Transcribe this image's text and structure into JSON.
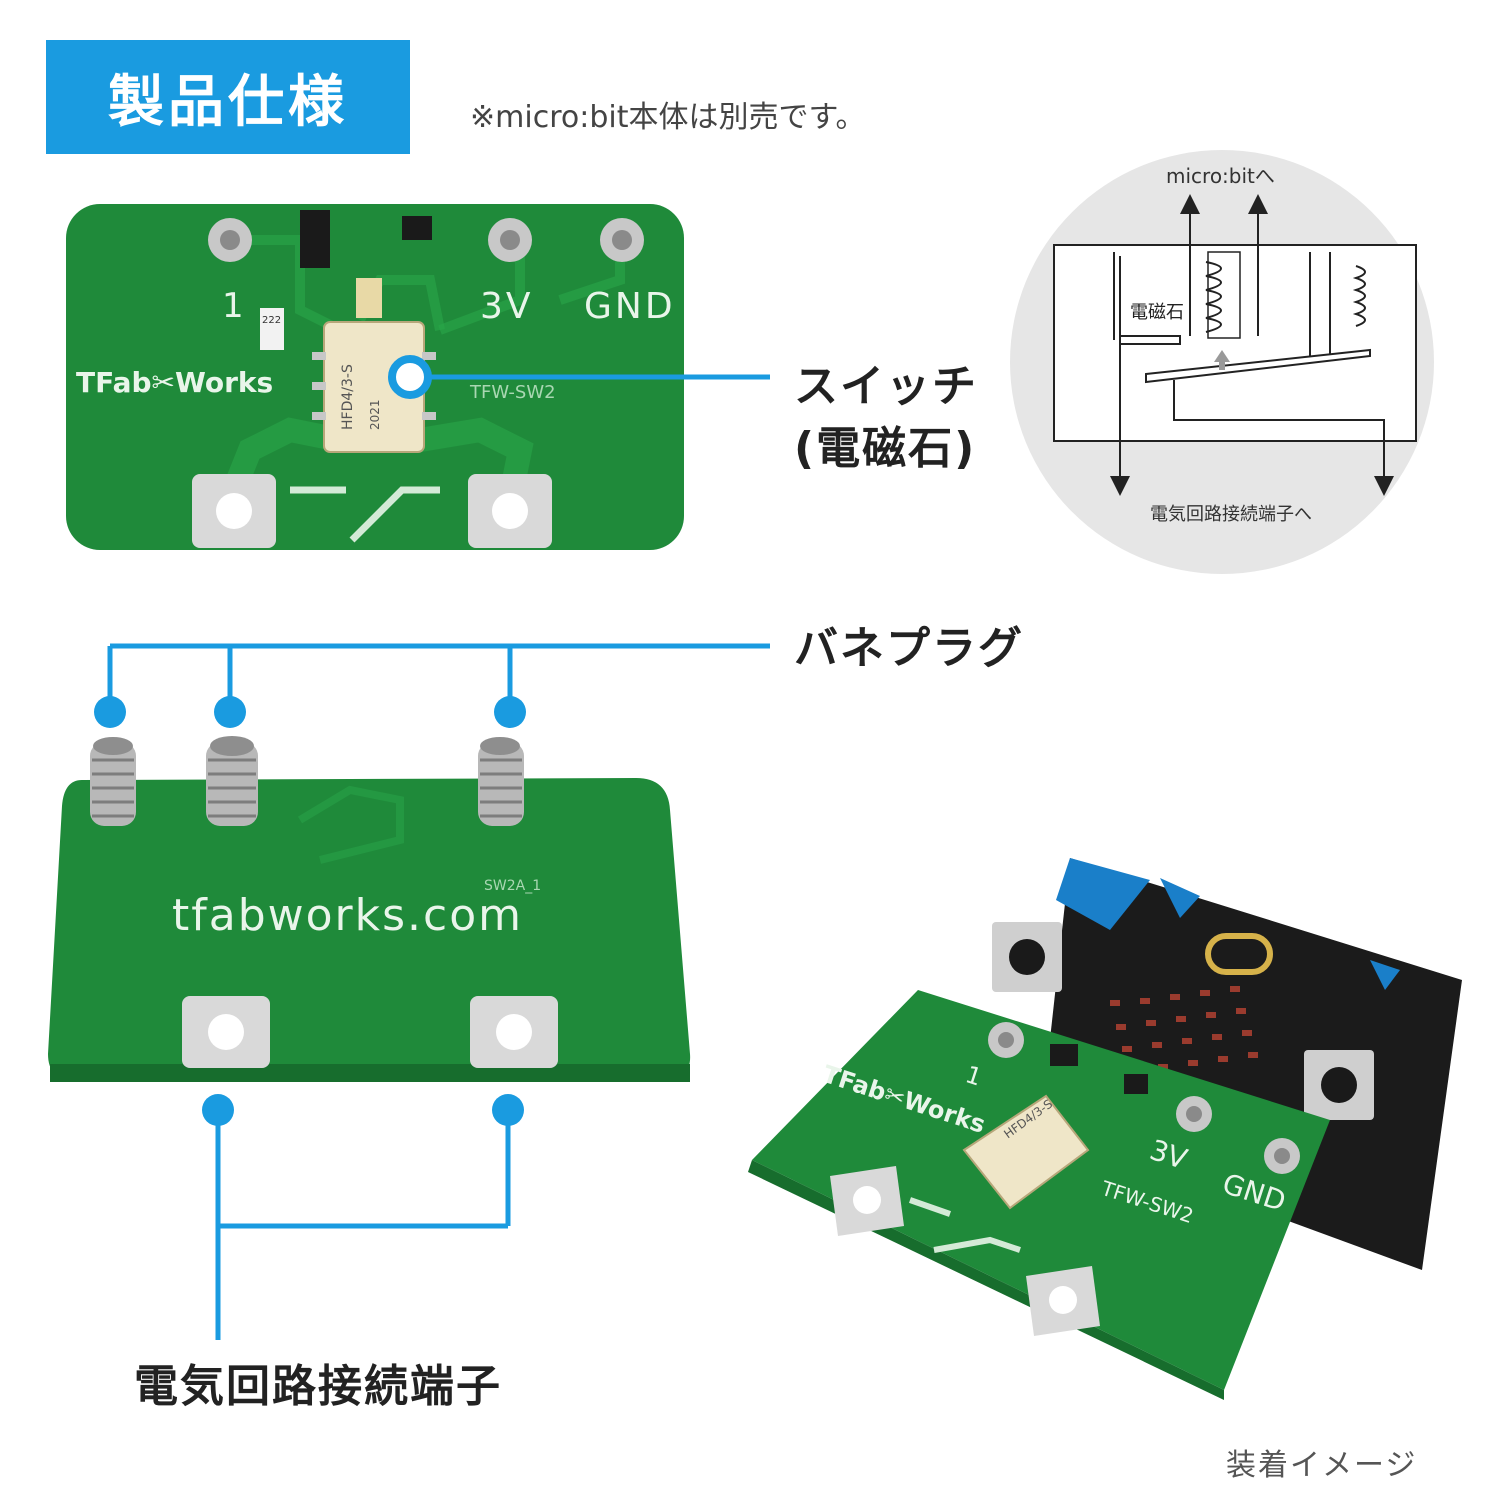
{
  "header": {
    "title": "製品仕様",
    "note": "※micro:bit本体は別売です。"
  },
  "callouts": {
    "switch_line1": "スイッチ",
    "switch_line2": "(電磁石)",
    "spring_plug": "バネプラグ",
    "terminal": "電気回路接続端子"
  },
  "diagram": {
    "to_microbit": "micro:bitへ",
    "electromagnet": "電磁石",
    "to_terminal": "電気回路接続端子へ"
  },
  "board_top": {
    "pin1": "1",
    "pin3v": "3V",
    "pingnd": "GND",
    "brand": "TFab✂Works",
    "relay_model": "HFD4/3-S",
    "relay_year": "2021",
    "resistor": "222",
    "silk": "TFW-SW2"
  },
  "board_bottom": {
    "url": "tfabworks.com",
    "silk": "SW2A_1"
  },
  "mounted": {
    "caption": "装着イメージ",
    "pin1": "1",
    "pin3v": "3V",
    "pingnd": "GND",
    "brand": "TFab✂Works",
    "silk": "TFW-SW2",
    "relay_model": "HFD4/3-S"
  },
  "colors": {
    "accent": "#1a9be0",
    "pcb": "#1f8a3a",
    "pcb_dark": "#176d2d",
    "microbit": "#1b1b1b"
  }
}
